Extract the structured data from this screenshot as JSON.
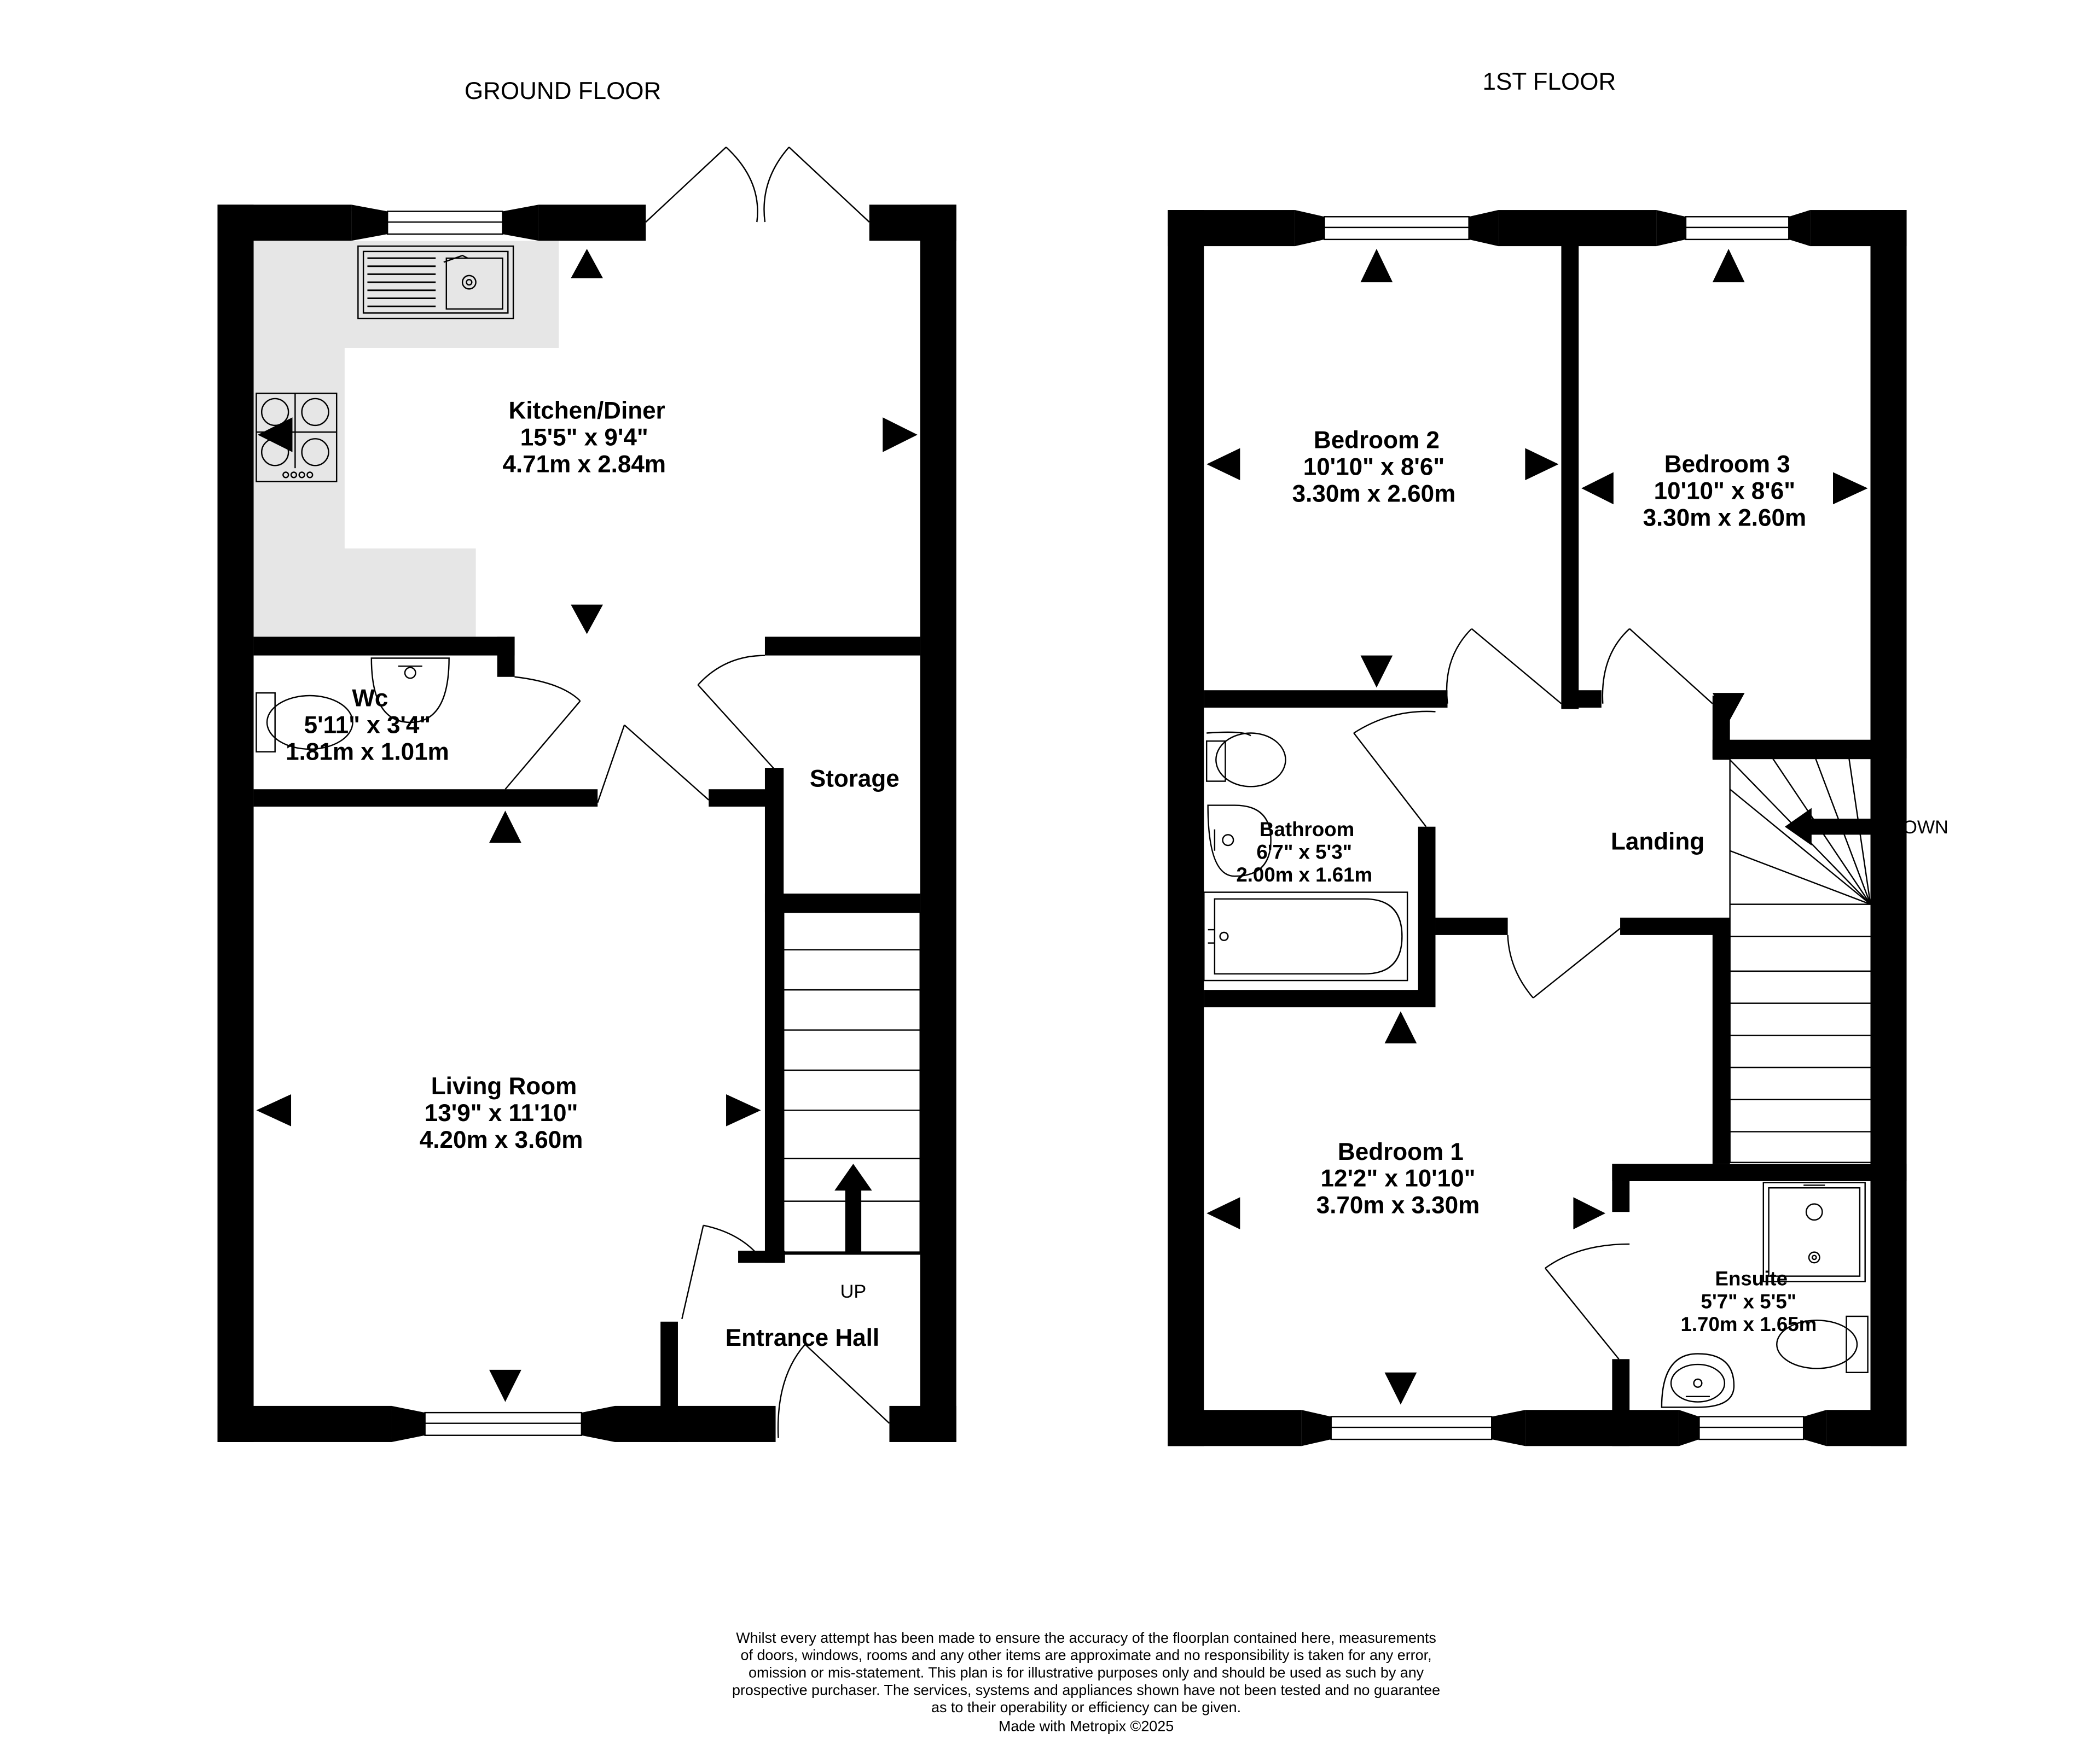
{
  "floors": {
    "ground": {
      "title": "GROUND FLOOR",
      "rooms": {
        "kitchen": {
          "name": "Kitchen/Diner",
          "imperial": "15'5\"  x 9'4\"",
          "metric": "4.71m  x 2.84m"
        },
        "wc": {
          "name": "Wc",
          "imperial": "5'11\"  x 3'4\"",
          "metric": "1.81m  x 1.01m"
        },
        "storage": {
          "name": "Storage"
        },
        "living": {
          "name": "Living Room",
          "imperial": "13'9\"  x 11'10\"",
          "metric": "4.20m  x 3.60m"
        },
        "hall": {
          "name": "Entrance Hall"
        }
      },
      "stairs_label": "UP"
    },
    "first": {
      "title": "1ST FLOOR",
      "rooms": {
        "bed2": {
          "name": "Bedroom 2",
          "imperial": "10'10\"  x 8'6\"",
          "metric": "3.30m  x 2.60m"
        },
        "bed3": {
          "name": "Bedroom 3",
          "imperial": "10'10\"  x 8'6\"",
          "metric": "3.30m  x 2.60m"
        },
        "bathroom": {
          "name": "Bathroom",
          "imperial": "6'7\"  x 5'3\"",
          "metric": "2.00m  x 1.61m"
        },
        "landing": {
          "name": "Landing"
        },
        "bed1": {
          "name": "Bedroom 1",
          "imperial": "12'2\"  x 10'10\"",
          "metric": "3.70m  x 3.30m"
        },
        "ensuite": {
          "name": "Ensuite",
          "imperial": "5'7\"  x 5'5\"",
          "metric": "1.70m  x 1.65m"
        }
      },
      "stairs_label": "OWN"
    }
  },
  "disclaimer": [
    "Whilst every attempt has been made to ensure the accuracy of the floorplan contained here, measurements",
    "of doors, windows, rooms and any other items are approximate and no responsibility is taken for any error,",
    "omission or mis-statement. This plan is for illustrative purposes only and should be used as such by any",
    "prospective purchaser. The services, systems and appliances shown have not been tested and no guarantee",
    "as to their operability or efficiency can be given."
  ],
  "credit": "Made with Metropix ©2025"
}
